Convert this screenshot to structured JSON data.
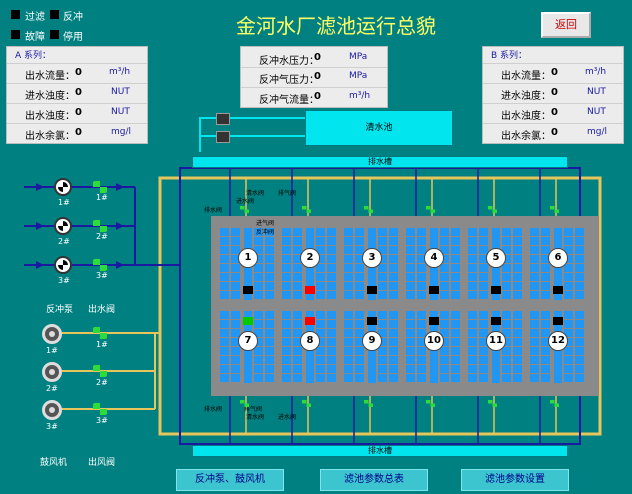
{
  "title": "金河水厂滤池运行总貌",
  "back_button": "返回",
  "legend": [
    {
      "label": "过滤"
    },
    {
      "label": "反冲"
    },
    {
      "label": "故障"
    },
    {
      "label": "停用"
    }
  ],
  "series_a": {
    "title": "A 系列：",
    "rows": [
      {
        "label": "出水流量：",
        "value": "0",
        "unit": "m³/h"
      },
      {
        "label": "进水浊度：",
        "value": "0",
        "unit": "NUT"
      },
      {
        "label": "出水浊度：",
        "value": "0",
        "unit": "NUT"
      },
      {
        "label": "出水余氯：",
        "value": "0",
        "unit": "mg/l"
      }
    ]
  },
  "series_b": {
    "title": "B 系列：",
    "rows": [
      {
        "label": "出水流量：",
        "value": "0",
        "unit": "m³/h"
      },
      {
        "label": "进水浊度：",
        "value": "0",
        "unit": "NUT"
      },
      {
        "label": "出水浊度：",
        "value": "0",
        "unit": "NUT"
      },
      {
        "label": "出水余氯：",
        "value": "0",
        "unit": "mg/l"
      }
    ]
  },
  "backwash": {
    "rows": [
      {
        "label": "反冲水压力：",
        "value": "0",
        "unit": "MPa"
      },
      {
        "label": "反冲气压力：",
        "value": "0",
        "unit": "MPa"
      },
      {
        "label": "反冲气流量：",
        "value": "0",
        "unit": "m³/h"
      }
    ]
  },
  "clear_pool": "清水池",
  "drain_top": "排水槽",
  "drain_bottom": "排水槽",
  "pumps": [
    "1#",
    "2#",
    "3#"
  ],
  "pump_valves": [
    "1#",
    "2#",
    "3#"
  ],
  "blowers": [
    "1#",
    "2#",
    "3#"
  ],
  "blower_valves": [
    "1#",
    "2#",
    "3#"
  ],
  "pump_caption": "反冲泵",
  "pump_valve_caption": "出水阀",
  "blower_caption": "鼓风机",
  "blower_valve_caption": "出风阀",
  "valve_labels": {
    "a": "进水阀",
    "b": "清水阀",
    "c": "排气阀",
    "d": "排水阀",
    "e": "进气阀",
    "f": "反冲阀"
  },
  "filters": [
    "1",
    "2",
    "3",
    "4",
    "5",
    "6",
    "7",
    "8",
    "9",
    "10",
    "11",
    "12"
  ],
  "filter_status": [
    "black",
    "red",
    "black",
    "black",
    "black",
    "black",
    "green",
    "red",
    "black",
    "black",
    "black",
    "black"
  ],
  "status_colors": {
    "black": "#000000",
    "red": "#ff0000",
    "green": "#00cc00"
  },
  "bottom_buttons": [
    "反冲泵、鼓风机",
    "滤池参数总表",
    "滤池参数设置"
  ]
}
